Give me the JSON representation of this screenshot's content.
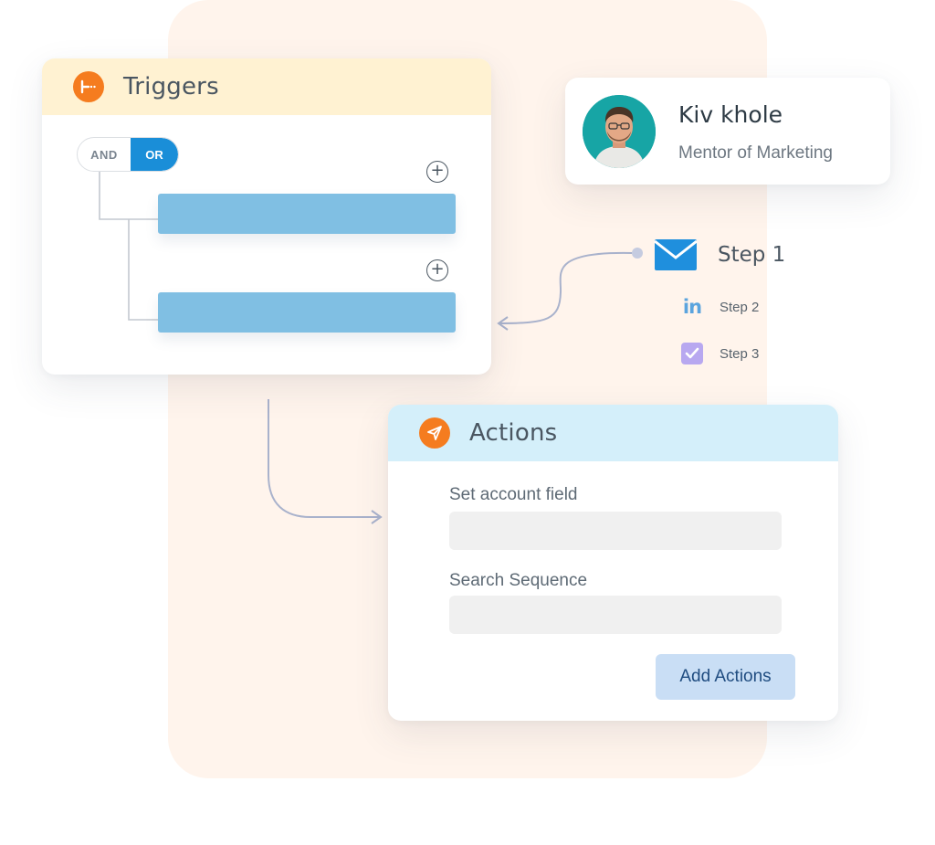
{
  "triggers": {
    "title": "Triggers",
    "toggle": {
      "and_label": "AND",
      "or_label": "OR",
      "selected": "OR"
    },
    "condition_count": 2
  },
  "profile": {
    "name": "Kiv khole",
    "role": "Mentor of Marketing"
  },
  "steps": [
    {
      "label": "Step 1",
      "icon": "mail-icon"
    },
    {
      "label": "Step 2",
      "icon": "linkedin-icon"
    },
    {
      "label": "Step 3",
      "icon": "checkbox-icon"
    }
  ],
  "actions": {
    "title": "Actions",
    "fields": [
      {
        "label": "Set account field",
        "value": ""
      },
      {
        "label": "Search Sequence",
        "value": ""
      }
    ],
    "add_button_label": "Add Actions"
  },
  "colors": {
    "background_panel": "#fff4ec",
    "triggers_header": "#fff2d2",
    "actions_header": "#d4effa",
    "accent_orange": "#f57c1f",
    "toggle_blue": "#1a8ed8",
    "condition_bar": "#80bfe3",
    "mail_blue": "#1f8fdd",
    "add_button": "#c9def5"
  }
}
